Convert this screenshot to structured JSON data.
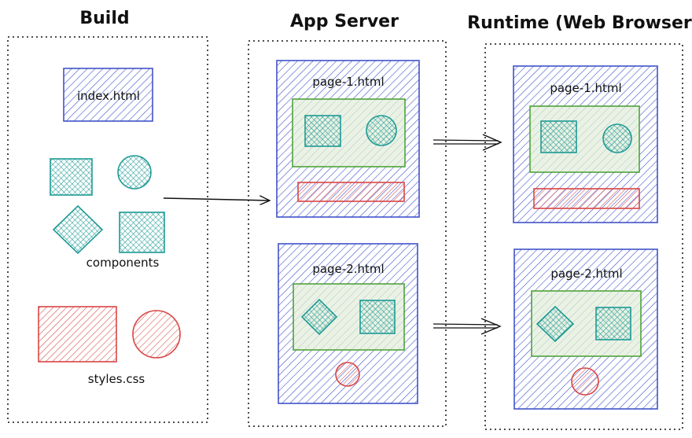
{
  "columns": {
    "build": {
      "title": "Build"
    },
    "app_server": {
      "title": "App Server"
    },
    "runtime": {
      "title": "Runtime (Web Browser)"
    }
  },
  "build": {
    "index_file": "index.html",
    "components_label": "components",
    "styles_label": "styles.css"
  },
  "app_server": {
    "page1": {
      "label": "page-1.html"
    },
    "page2": {
      "label": "page-2.html"
    }
  },
  "runtime": {
    "page1": {
      "label": "page-1.html"
    },
    "page2": {
      "label": "page-2.html"
    }
  },
  "colors": {
    "blue": "#4053c9",
    "teal": "#1e9a96",
    "green": "#4ea33a",
    "red": "#d94545",
    "ink": "#111111"
  }
}
